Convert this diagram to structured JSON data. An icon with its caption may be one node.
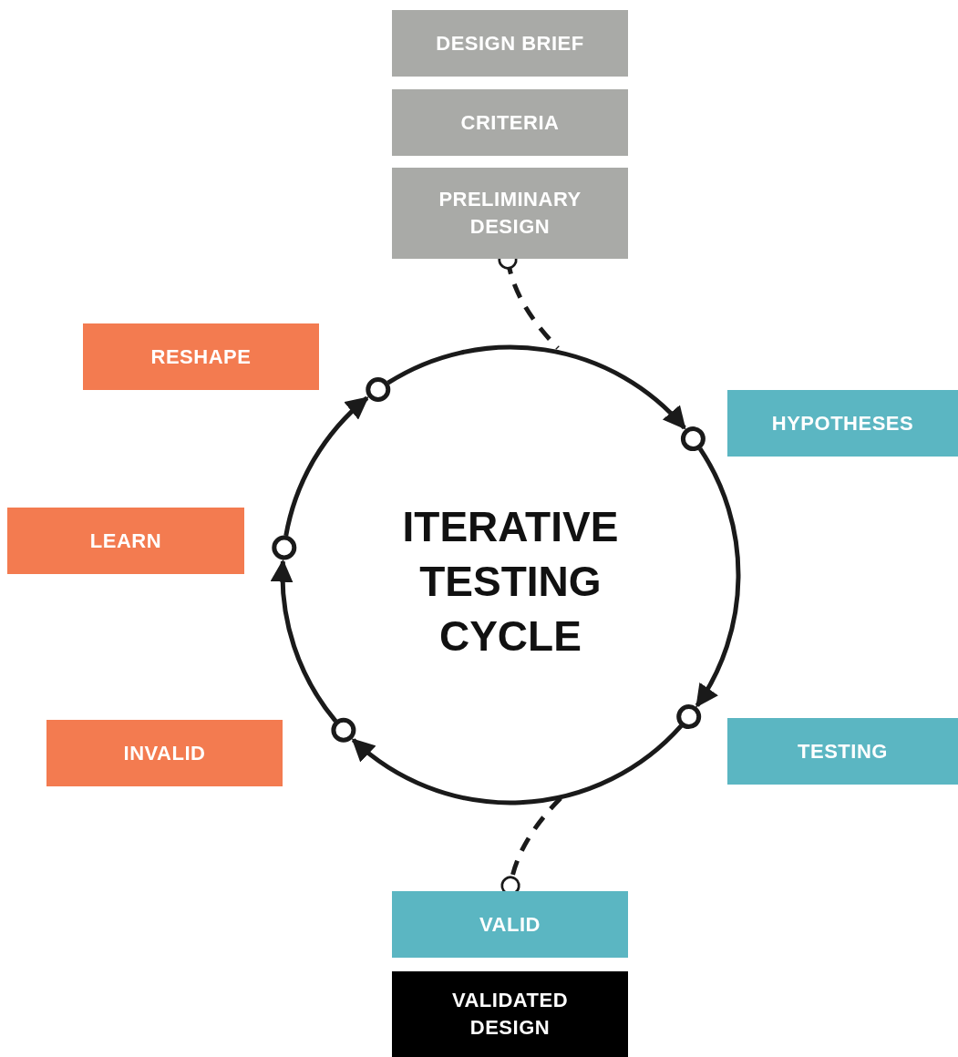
{
  "diagram": {
    "nodes": [
      {
        "text": [
          "DESIGN BRIEF"
        ]
      },
      {
        "text": [
          "CRITERIA"
        ]
      },
      {
        "text": [
          "PRELIMINARY DESIGN"
        ]
      },
      {
        "text": [
          "RESHAPE"
        ]
      },
      {
        "text": [
          "HYPOTHESES"
        ]
      },
      {
        "text": [
          "LEARN"
        ]
      },
      {
        "text": [
          "TESTING"
        ]
      },
      {
        "text": [
          "INVALID"
        ]
      },
      {
        "text": [
          "VALID"
        ]
      },
      {
        "text": [
          "VALIDATED DESIGN"
        ]
      }
    ],
    "edges": [
      {
        "from": 2,
        "to": null,
        "arrow": "other",
        "style": "dashed"
      },
      {
        "from": 3,
        "to": 4,
        "arrow": "to"
      },
      {
        "from": 4,
        "to": 6,
        "arrow": "to"
      },
      {
        "from": 6,
        "to": 7,
        "arrow": "to"
      },
      {
        "from": 7,
        "to": 5,
        "arrow": "to"
      },
      {
        "from": 5,
        "to": 3,
        "arrow": "to"
      },
      {
        "from": null,
        "to": 8,
        "arrow": "other",
        "style": "dashed"
      }
    ],
    "labels": [
      "ITERATIVE TESTING CYCLE"
    ]
  }
}
